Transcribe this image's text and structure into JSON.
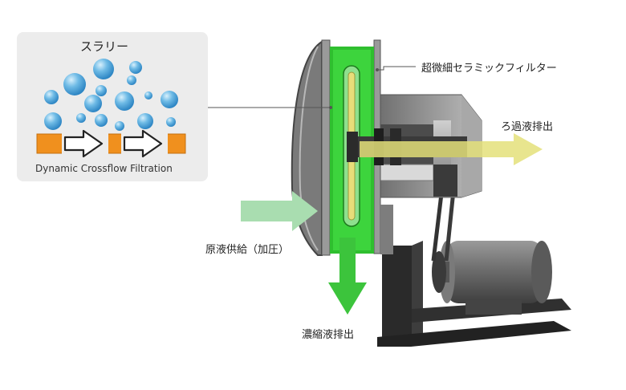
{
  "inset": {
    "title": "スラリー",
    "caption": "Dynamic Crossflow Filtration"
  },
  "labels": {
    "filter": "超微細セラミックフィルター",
    "filtrate_out": "ろ過液排出",
    "feed_in": "原液供給（加圧）",
    "concentrate_out": "濃縮液排出"
  },
  "colors": {
    "filter_green": "#2fbf2f",
    "bubble_blue": "#4aa3d8",
    "plate_orange": "#f0901e",
    "feed_arrow": "#a9ddb0",
    "filtrate_arrow": "#e4e07a",
    "concentrate_arrow": "#3cc43c",
    "inset_bg": "#ececec"
  }
}
